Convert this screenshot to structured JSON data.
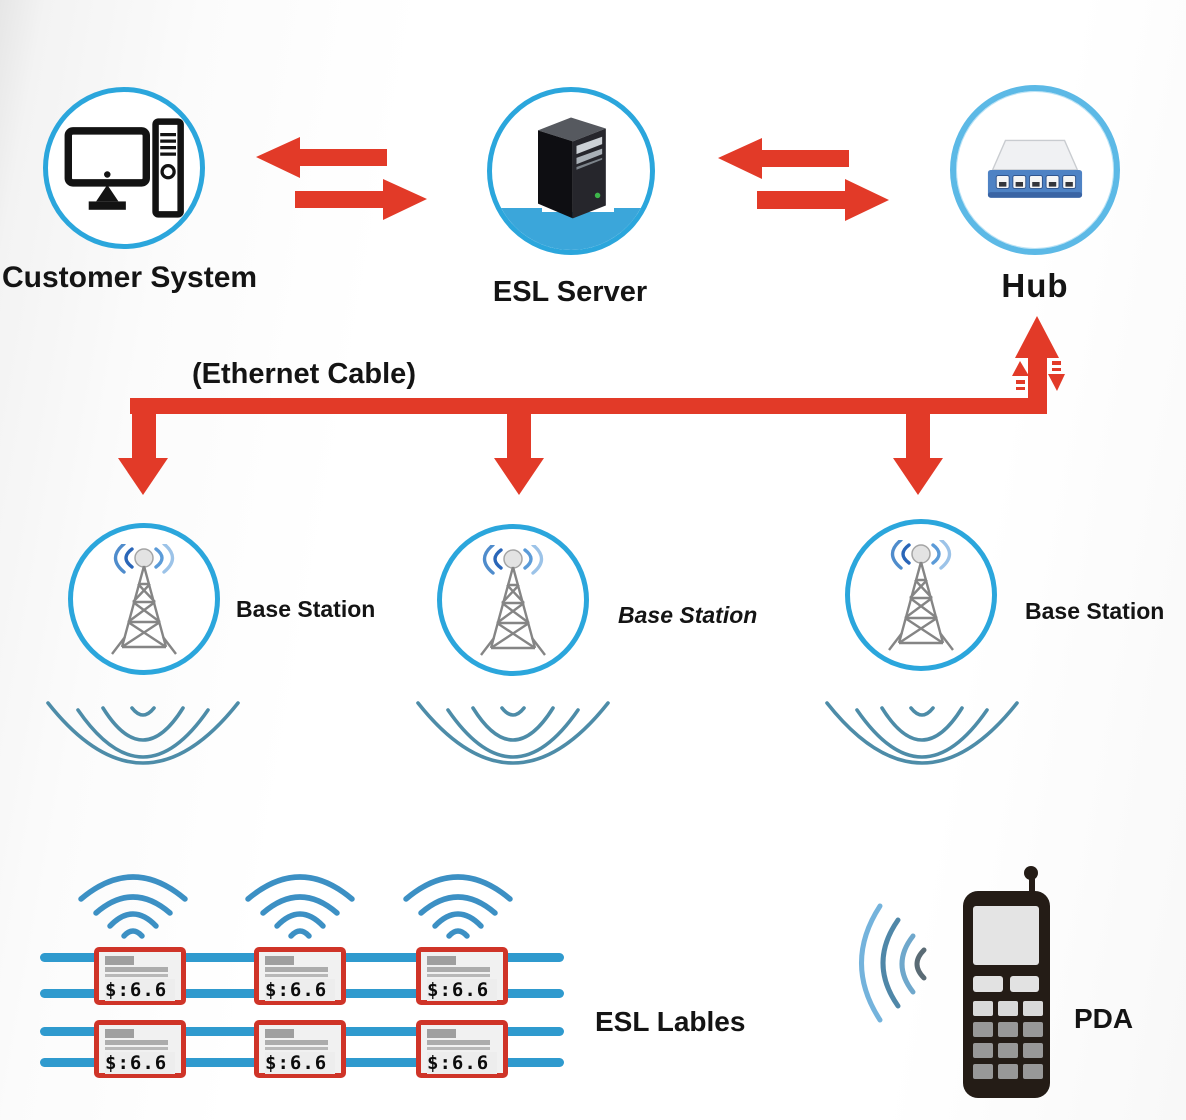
{
  "nodes": {
    "customer_system": {
      "label": "Customer System",
      "icon": "desktop-computer-icon"
    },
    "esl_server": {
      "label": "ESL Server",
      "icon": "server-tower-icon"
    },
    "hub": {
      "label": "Hub",
      "icon": "network-switch-icon"
    }
  },
  "ethernet": {
    "label": "(Ethernet Cable)"
  },
  "base_stations": [
    {
      "label": "Base Station",
      "icon": "antenna-tower-icon"
    },
    {
      "label": "Base Station",
      "icon": "antenna-tower-icon"
    },
    {
      "label": "Base Station",
      "icon": "antenna-tower-icon"
    }
  ],
  "esl_labels": {
    "section_label": "ESL Lables",
    "tags": [
      {
        "price": "$:6.6"
      },
      {
        "price": "$:6.6"
      },
      {
        "price": "$:6.6"
      },
      {
        "price": "$:6.6"
      },
      {
        "price": "$:6.6"
      },
      {
        "price": "$:6.6"
      }
    ]
  },
  "pda": {
    "label": "PDA",
    "icon": "handheld-pda-icon"
  },
  "connections": [
    "Customer System <-> ESL Server (bidirectional red arrows)",
    "ESL Server <-> Hub (bidirectional red arrows)",
    "Hub -> Ethernet Cable trunk -> Base Station x3 (red arrows down)",
    "Trunk -> Hub (up arrow with small up/down link arrows)",
    "Base Stations radiate wireless ripples toward ESL labels",
    "ESL labels emit wifi signals; PDA emits wireless signal"
  ],
  "colors": {
    "arrow_red": "#e23a28",
    "circle_blue": "#2ba6dc",
    "hub_ring_blue": "#5cb9e6",
    "server_chord_blue": "#3ba6da",
    "rail_blue": "#2f9ace",
    "tag_border_red": "#cf3428",
    "wifi_blue": "#3c90c4",
    "ripple_teal": "#4d8ca8",
    "text_black": "#141414"
  }
}
